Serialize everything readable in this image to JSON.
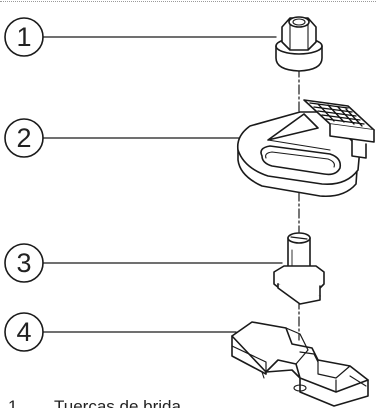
{
  "callouts": [
    {
      "number": "1"
    },
    {
      "number": "2"
    },
    {
      "number": "3"
    },
    {
      "number": "4"
    }
  ],
  "legend": {
    "items": [
      {
        "number": "1",
        "label": "Tuercas de brida"
      }
    ]
  },
  "colors": {
    "line": "#1a1a1a",
    "hatch": "#111111",
    "background": "#ffffff"
  }
}
